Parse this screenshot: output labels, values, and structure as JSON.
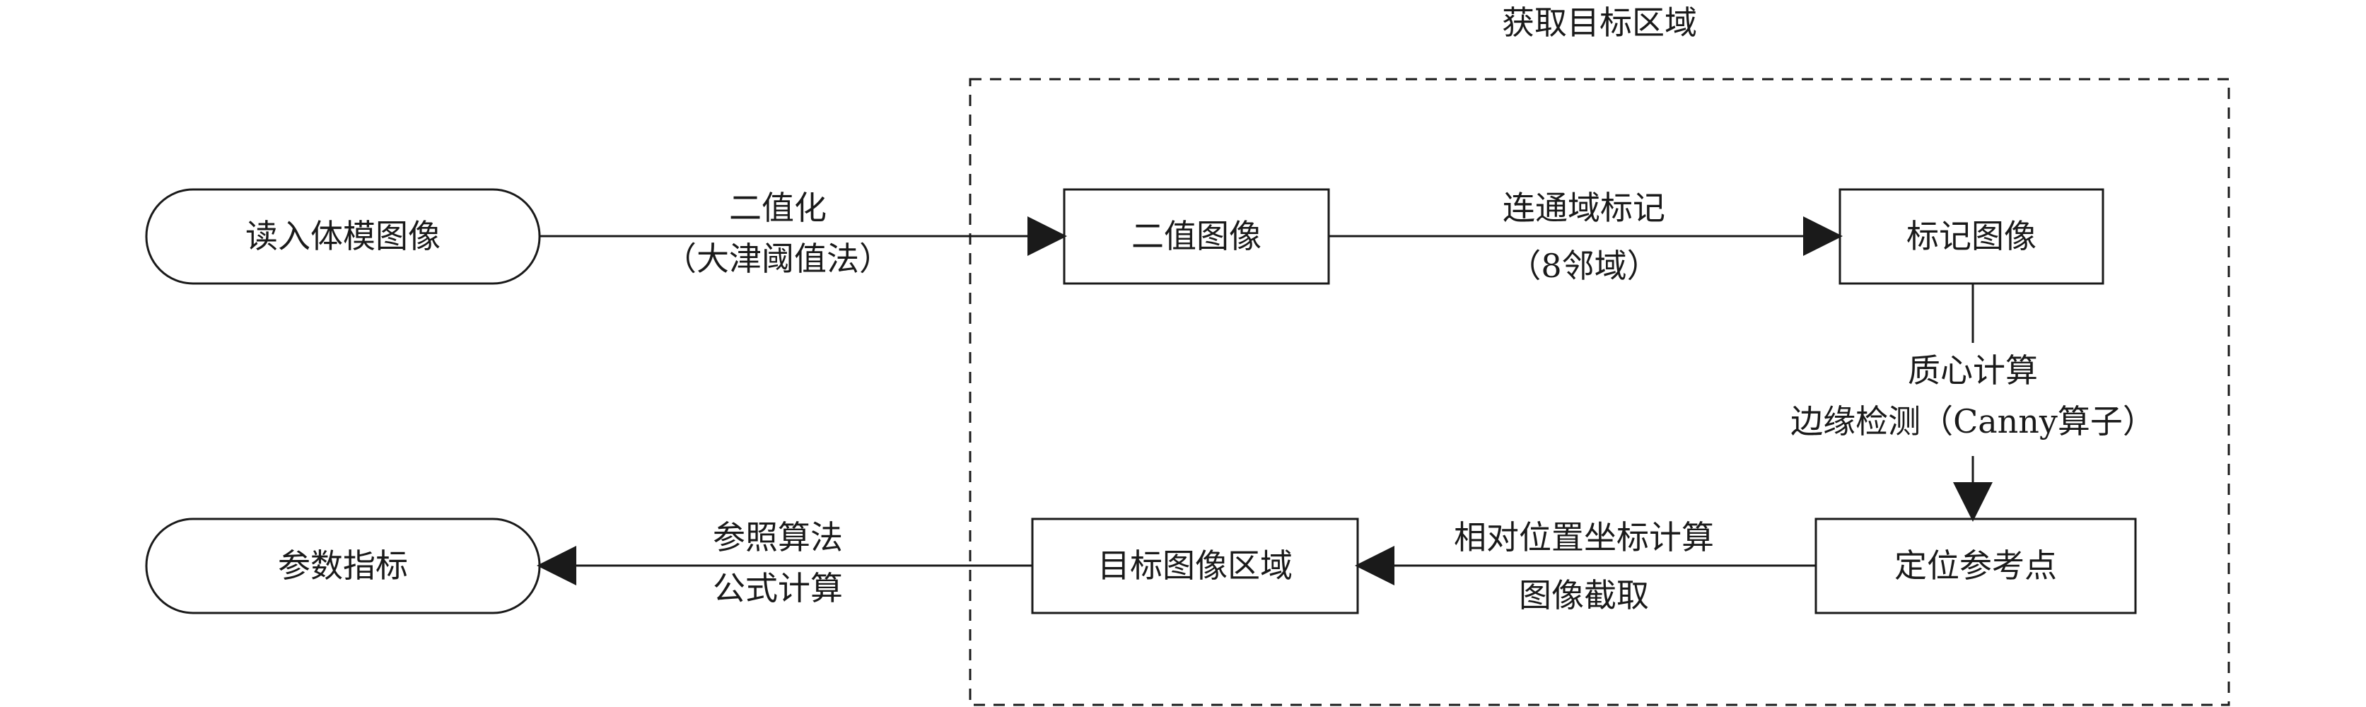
{
  "region_label": "获取目标区域",
  "nodes": {
    "read_phantom": "读入体模图像",
    "binary_image": "二值图像",
    "labeled_image": "标记图像",
    "locate_ref": "定位参考点",
    "target_region": "目标图像区域",
    "param_index": "参数指标"
  },
  "edges": {
    "binarize": {
      "line1": "二值化",
      "line2": "（大津阈值法）"
    },
    "label": {
      "line1": "连通域标记",
      "line2": "（8邻域）"
    },
    "locate": {
      "line1": "质心计算",
      "line2": "边缘检测（Canny算子）"
    },
    "crop": {
      "line1": "相对位置坐标计算",
      "line2": "图像截取"
    },
    "compute": {
      "line1": "参照算法",
      "line2": "公式计算"
    }
  }
}
